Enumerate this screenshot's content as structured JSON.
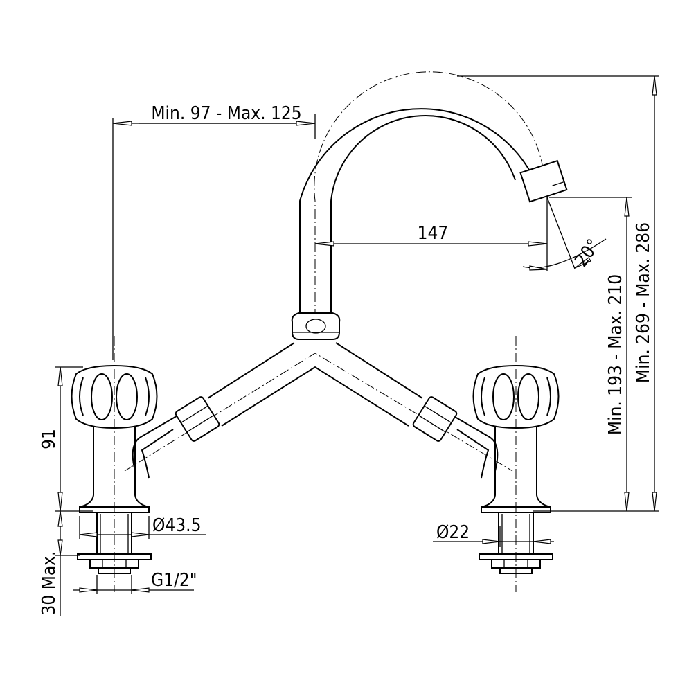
{
  "dimensions": {
    "spout_offset": "Min. 97 - Max. 125",
    "spout_reach": "147",
    "spout_angle": "20°",
    "outlet_height": "Min. 193 - Max. 210",
    "total_height": "Min. 269 - Max. 286",
    "valve_height": "91",
    "max_deck_thickness": "30 Max.",
    "base_diameter": "Ø43.5",
    "thread": "G1/2\"",
    "hole_diameter": "Ø22"
  }
}
